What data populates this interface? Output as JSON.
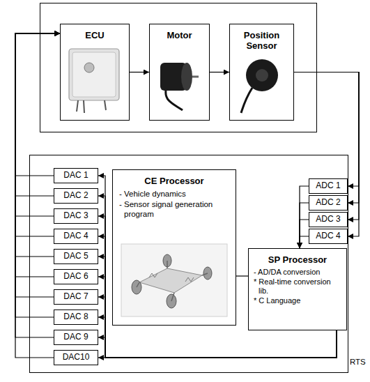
{
  "diagram": {
    "nodes": [
      {
        "text": []
      },
      {
        "text": [
          "ECU"
        ],
        "in": 0
      },
      {
        "text": [
          "Motor"
        ],
        "in": 0
      },
      {
        "text": [
          "Position Sensor"
        ],
        "in": 0
      },
      {
        "text": [
          "RTS"
        ]
      },
      {
        "text": [
          "DAC 1"
        ],
        "in": 4
      },
      {
        "text": [
          "DAC 2"
        ],
        "in": 4
      },
      {
        "text": [
          "DAC 3"
        ],
        "in": 4
      },
      {
        "text": [
          "DAC 4"
        ],
        "in": 4
      },
      {
        "text": [
          "DAC 5"
        ],
        "in": 4
      },
      {
        "text": [
          "DAC 6"
        ],
        "in": 4
      },
      {
        "text": [
          "DAC 7"
        ],
        "in": 4
      },
      {
        "text": [
          "DAC 8"
        ],
        "in": 4
      },
      {
        "text": [
          "DAC 9"
        ],
        "in": 4
      },
      {
        "text": [
          "DAC10"
        ],
        "in": 4
      },
      {
        "text": [
          "CE Processor",
          "- Vehicle dynamics",
          "- Sensor signal generation program"
        ],
        "in": 4
      },
      {
        "text": [
          "ADC 1"
        ],
        "in": 4
      },
      {
        "text": [
          "ADC 2"
        ],
        "in": 4
      },
      {
        "text": [
          "ADC 3"
        ],
        "in": 4
      },
      {
        "text": [
          "ADC 4"
        ],
        "in": 4
      },
      {
        "text": [
          "SP Processor",
          "- AD/DA conversion",
          "* Real-time conversion lib.",
          "* C Language"
        ],
        "in": 4
      }
    ],
    "edges": [
      {
        "from": 1,
        "to": 2,
        "arrow": "to"
      },
      {
        "from": 2,
        "to": 3,
        "arrow": "to"
      },
      {
        "from": 3,
        "to": 16,
        "arrow": "to"
      },
      {
        "from": 3,
        "to": 17,
        "arrow": "to"
      },
      {
        "from": 3,
        "to": 18,
        "arrow": "to"
      },
      {
        "from": 3,
        "to": 19,
        "arrow": "to"
      },
      {
        "from": 16,
        "to": 20,
        "arrow": "to"
      },
      {
        "from": 17,
        "to": 20,
        "arrow": "to"
      },
      {
        "from": 18,
        "to": 20,
        "arrow": "to"
      },
      {
        "from": 19,
        "to": 20,
        "arrow": "to"
      },
      {
        "from": 15,
        "to": 20,
        "arrow": "none"
      },
      {
        "from": 20,
        "to": 5,
        "arrow": "to"
      },
      {
        "from": 20,
        "to": 6,
        "arrow": "to"
      },
      {
        "from": 20,
        "to": 7,
        "arrow": "to"
      },
      {
        "from": 20,
        "to": 8,
        "arrow": "to"
      },
      {
        "from": 20,
        "to": 9,
        "arrow": "to"
      },
      {
        "from": 20,
        "to": 10,
        "arrow": "to"
      },
      {
        "from": 20,
        "to": 11,
        "arrow": "to"
      },
      {
        "from": 20,
        "to": 12,
        "arrow": "to"
      },
      {
        "from": 20,
        "to": 13,
        "arrow": "to"
      },
      {
        "from": 20,
        "to": 14,
        "arrow": "to"
      },
      {
        "from": 5,
        "to": 1,
        "arrow": "to"
      },
      {
        "from": 6,
        "to": 1,
        "arrow": "to"
      },
      {
        "from": 7,
        "to": 1,
        "arrow": "to"
      },
      {
        "from": 8,
        "to": 1,
        "arrow": "to"
      },
      {
        "from": 9,
        "to": 1,
        "arrow": "to"
      },
      {
        "from": 10,
        "to": 1,
        "arrow": "to"
      },
      {
        "from": 11,
        "to": 1,
        "arrow": "to"
      },
      {
        "from": 12,
        "to": 1,
        "arrow": "to"
      },
      {
        "from": 13,
        "to": 1,
        "arrow": "to"
      },
      {
        "from": 14,
        "to": 1,
        "arrow": "to"
      }
    ]
  }
}
